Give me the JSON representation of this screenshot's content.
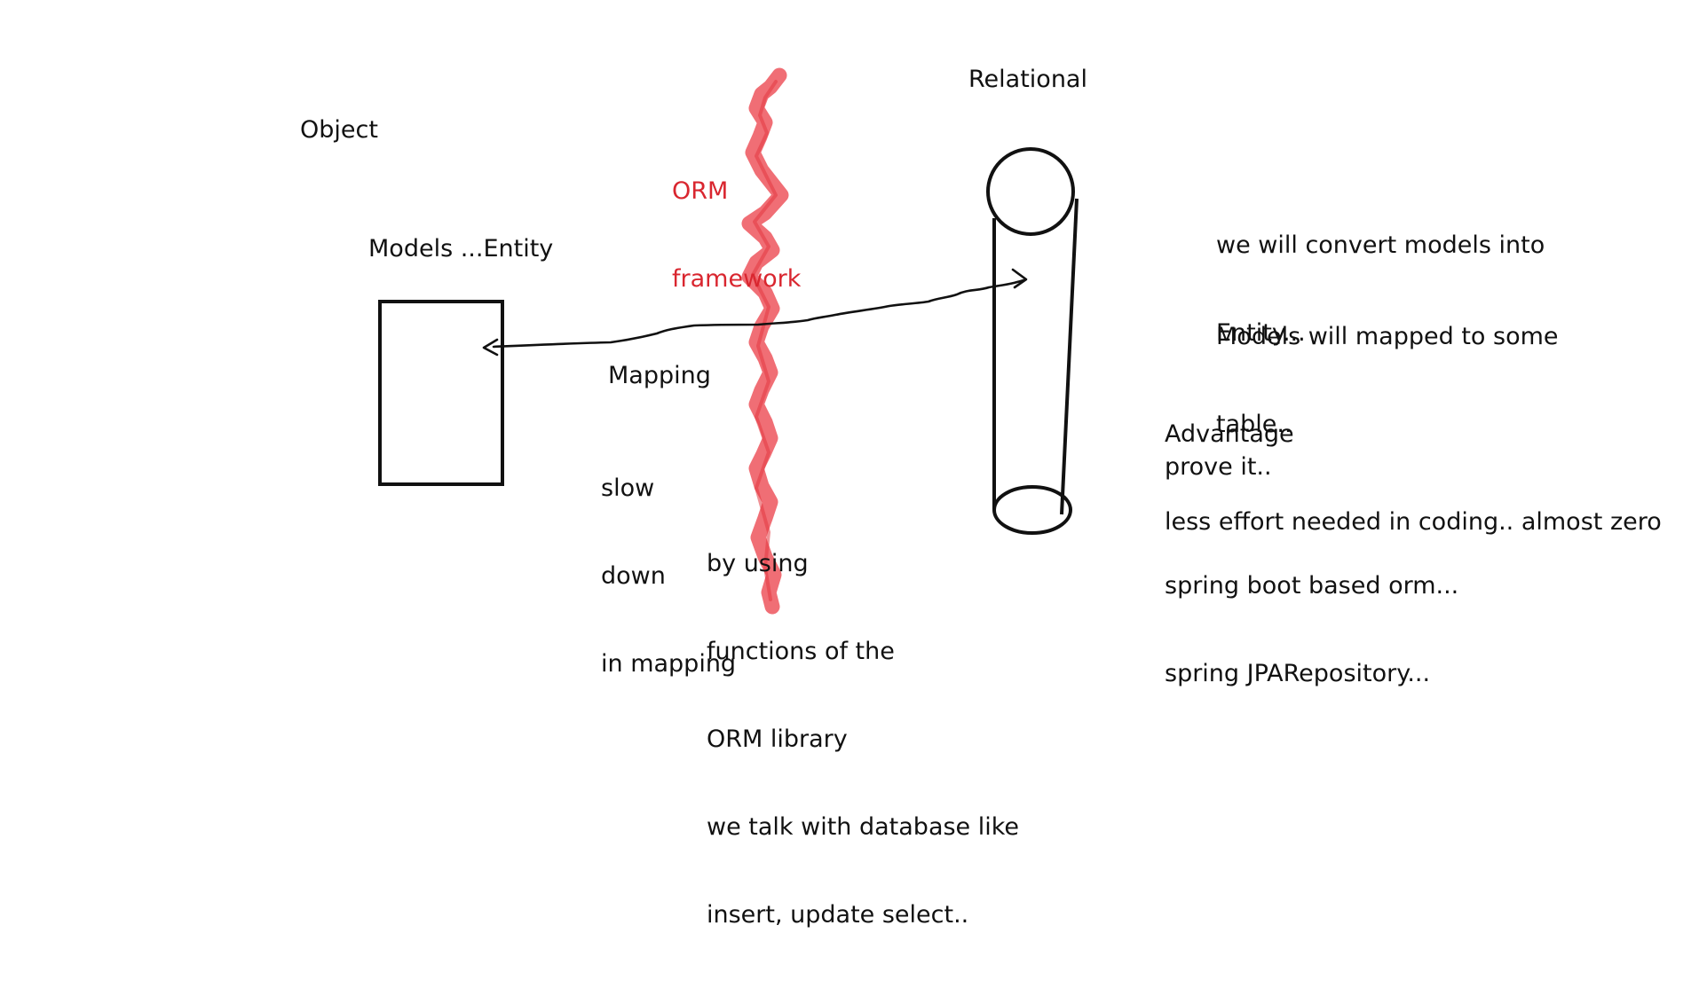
{
  "labels": {
    "object": "Object",
    "models_entity": "Models ...Entity",
    "orm_line1": "ORM",
    "orm_line2": "framework",
    "relational": "Relational",
    "mapping": "Mapping",
    "slow_lines": [
      "slow",
      "down",
      "in mapping"
    ],
    "using_lines": [
      "by using",
      "functions of the",
      "ORM library",
      "we talk with database like",
      "insert, update select.."
    ],
    "convert_lines": [
      "we will convert models into",
      "Entity..."
    ],
    "mapped_lines": [
      "Models will mapped to some",
      "table.."
    ],
    "advantage_lines": [
      "Advantage",
      "less effort needed in coding.. almost zero"
    ],
    "prove": "prove it..",
    "spring_lines": [
      "spring boot based orm...",
      "spring JPARepository..."
    ]
  },
  "colors": {
    "ink": "#111111",
    "orm_accent": "#d9262f",
    "orm_line": "#ee5a62"
  }
}
